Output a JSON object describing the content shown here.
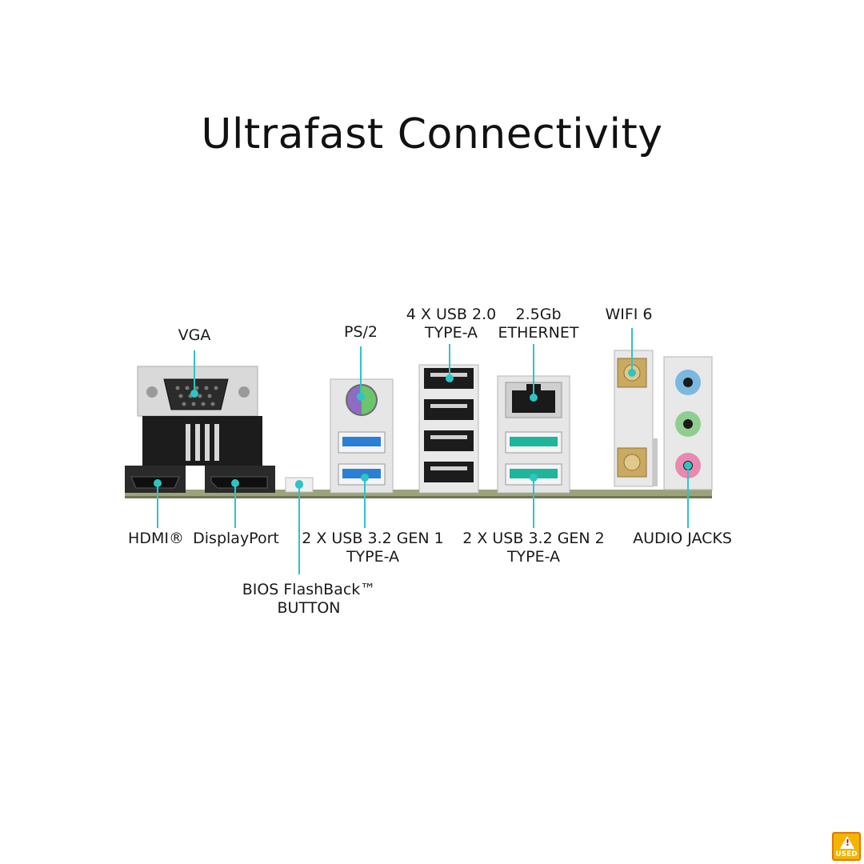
{
  "title": "Ultrafast Connectivity",
  "top_labels": {
    "vga": "VGA",
    "ps2": "PS/2",
    "usb20_line1": "4 X USB 2.0",
    "usb20_line2": "TYPE-A",
    "ethernet_line1": "2.5Gb",
    "ethernet_line2": "ETHERNET",
    "wifi": "WIFI 6"
  },
  "bottom_labels": {
    "hdmi": "HDMI®",
    "displayport": "DisplayPort",
    "usb32g1_line1": "2 X USB 3.2 GEN 1",
    "usb32g1_line2": "TYPE-A",
    "usb32g2_line1": "2 X USB 3.2 GEN 2",
    "usb32g2_line2": "TYPE-A",
    "audio": "AUDIO JACKS",
    "bios_line1": "BIOS FlashBack™",
    "bios_line2": "BUTTON"
  },
  "badge": {
    "text": "USED"
  },
  "colors": {
    "callout": "#2ec4c4",
    "usb3": "#2a7fd4",
    "usb32g2": "#1fb59a",
    "ps2_purple": "#8e6cc4",
    "ps2_green": "#6cc46c",
    "audio_blue": "#7ab8e0",
    "audio_green": "#8fce8f",
    "audio_pink": "#e88ab0"
  }
}
